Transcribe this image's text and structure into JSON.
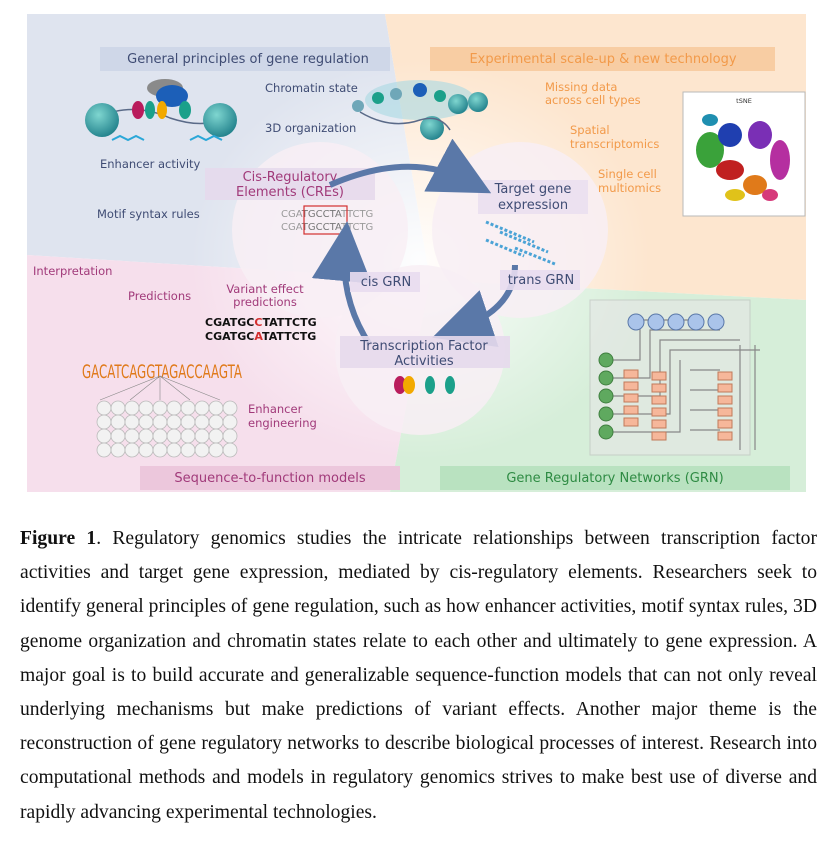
{
  "quadrants": {
    "top_left": "General principles of gene regulation",
    "top_right": "Experimental scale-up & new technology",
    "bottom_left": "Sequence-to-function models",
    "bottom_right": "Gene Regulatory Networks (GRN)"
  },
  "labels": {
    "chromatin_state": "Chromatin state",
    "organization_3d": "3D organization",
    "enhancer_activity": "Enhancer activity",
    "motif_syntax": "Motif syntax rules",
    "missing_data": [
      "Missing data",
      "across cell types"
    ],
    "spatial": [
      "Spatial",
      "transcriptomics"
    ],
    "single_cell": [
      "Single cell",
      "multiomics"
    ],
    "tsne": "tSNE",
    "interpretation": "Interpretation",
    "predictions": "Predictions",
    "variant_effect": [
      "Variant effect",
      "predictions"
    ],
    "enhancer_engineering": [
      "Enhancer",
      "engineering"
    ]
  },
  "cycle": {
    "cres": [
      "Cis-Regulatory",
      "Elements (CREs)"
    ],
    "target": [
      "Target gene",
      "expression"
    ],
    "tfa": [
      "Transcription Factor",
      "Activities"
    ],
    "cis_grn": "cis GRN",
    "trans_grn": "trans GRN",
    "cre_seq_prefix": "CGA",
    "cre_seq_box": "TGCCTA",
    "cre_seq_suffix": "TTCTG"
  },
  "variants": {
    "seq1_a": "CGATGC",
    "seq1_b": "C",
    "seq1_c": "TATTCTG",
    "seq2_a": "CGATGC",
    "seq2_b": "A",
    "seq2_c": "TATTCTG"
  },
  "motif_logo": "GACATCAGGTAGACCAAGTA",
  "caption": {
    "label": "Figure 1",
    "text": ". Regulatory genomics studies the intricate relationships between transcription factor activities and target gene expression, mediated by cis-regulatory elements. Researchers seek to identify general principles of gene regulation, such as how enhancer activities, motif syntax rules, 3D genome organization and chromatin states relate to each other and ultimately to gene expression. A major goal is to build accurate and generalizable sequence-function models that can not only reveal underlying mechanisms but make predictions of variant effects. Another major theme is the reconstruction of gene regulatory networks to describe biological processes of interest. Research into computational methods and models in regulatory genomics strives to make best use of diverse and rapidly advancing experimental technologies."
  },
  "colors": {
    "quadrant_tl": "#dfe4ef",
    "quadrant_tr": "#fde6cf",
    "quadrant_bl": "#f6dfec",
    "quadrant_br": "#d6eed9",
    "label_blue": "#3f4c74",
    "label_orange": "#f29a4a",
    "label_magenta": "#a13a7a",
    "label_green": "#2e8b43",
    "arrow_blue": "#5a78a8",
    "red": "#d32f2f"
  }
}
